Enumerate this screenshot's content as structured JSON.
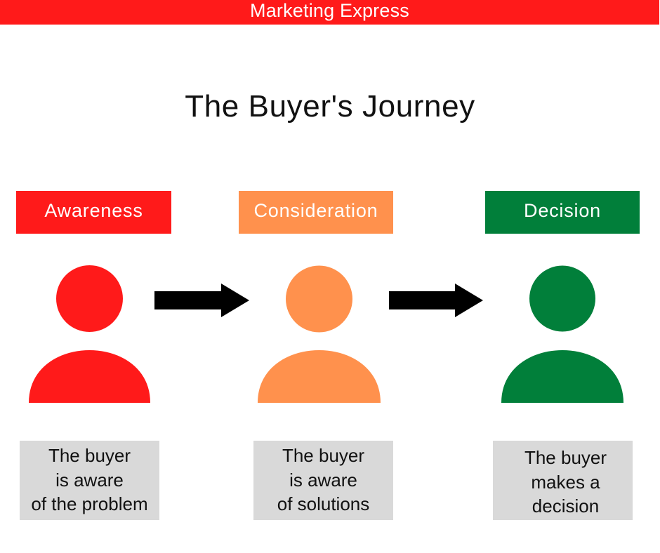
{
  "header": {
    "brand": "Marketing Express",
    "brand_color": "#ff1a1a"
  },
  "page_title": "The Buyer's Journey",
  "stages": [
    {
      "label": "Awareness",
      "color": "#ff1a1a",
      "icon": "person-icon",
      "description_lines": [
        "The buyer",
        "is aware",
        "of the problem"
      ]
    },
    {
      "label": "Consideration",
      "color": "#ff914d",
      "icon": "person-icon",
      "description_lines": [
        "The buyer",
        "is aware",
        "of solutions"
      ]
    },
    {
      "label": "Decision",
      "color": "#017f3a",
      "icon": "person-icon",
      "description_lines": [
        "The buyer",
        "makes a",
        "decision"
      ]
    }
  ],
  "connectors": [
    {
      "from": "Awareness",
      "to": "Consideration",
      "icon": "arrow-right-icon",
      "color": "#000000"
    },
    {
      "from": "Consideration",
      "to": "Decision",
      "icon": "arrow-right-icon",
      "color": "#000000"
    }
  ],
  "description_box_color": "#d9d9d9"
}
